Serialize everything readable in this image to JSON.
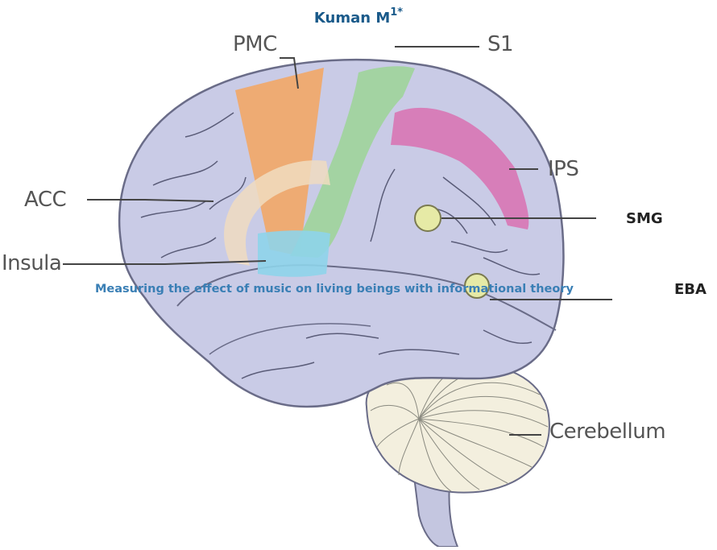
{
  "header": {
    "author_name": "Kuman M",
    "author_superscript": "1*"
  },
  "subtitle": "Measuring the effect of music on living beings with informational theory",
  "labels": {
    "pmc": "PMC",
    "s1": "S1",
    "ips": "IPS",
    "acc": "ACC",
    "insula": "Insula",
    "smg": "SMG",
    "eba": "EBA",
    "cerebellum": "Cerebellum"
  },
  "colors": {
    "brain": "#c9cbe6",
    "pmc": "#f2a766",
    "s1": "#9fd49a",
    "ips": "#d876b4",
    "acc": "#f0dcc0",
    "insula": "#8ed4ea",
    "marker": "#e6eaa6",
    "cerebellum": "#f3efde",
    "title": "#1a5a8a",
    "subtitle": "#3a7fb5"
  }
}
